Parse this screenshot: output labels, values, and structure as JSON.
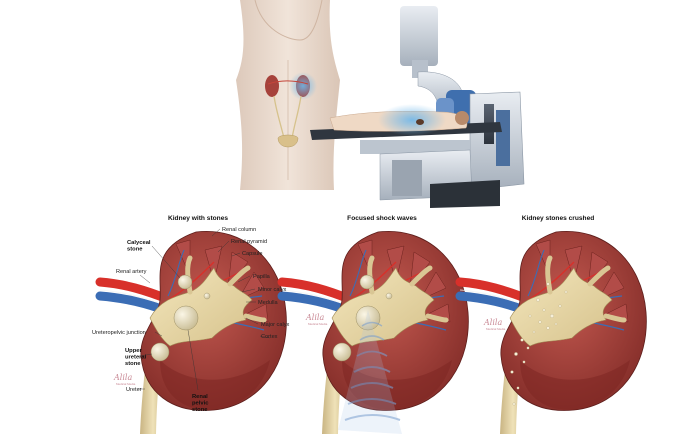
{
  "panels": [
    {
      "title": "Kidney with stones"
    },
    {
      "title": "Focused shock waves"
    },
    {
      "title": "Kidney stones crushed"
    }
  ],
  "labels": {
    "renal_column": "Renal column",
    "calyceal_stone": "Calyceal\nstone",
    "renal_pyramid": "Renal pyramid",
    "capsule": "Capsule",
    "renal_artery": "Renal artery",
    "papilla": "Papilla",
    "minor_calyx": "Minor calyx",
    "medulla": "Medulla",
    "major_calyx": "Major calyx",
    "cortex": "Cortex",
    "ureteropelvic_junction": "Ureteropelvic junction",
    "upper_ureteral_stone": "Upper\nureteral\nstone",
    "ureter": "Ureter",
    "renal_pelvic_stone": "Renal\npelvic\nstone"
  },
  "watermark": {
    "text": "Alila",
    "sub": "Medical Media"
  },
  "icons": [
    "torso-illustration",
    "lithotripter-machine-illustration",
    "kidney-illustration",
    "shock-wave-pattern"
  ],
  "colors": {
    "cortex": "#9c3a35",
    "medulla": "#b24c48",
    "pelvis": "#e9d9a8",
    "artery": "#d8302a",
    "vein": "#3b6db5",
    "skin": "#e8d6c8",
    "machine": "#c9d1da",
    "shockwave": "#7a9fd0"
  }
}
